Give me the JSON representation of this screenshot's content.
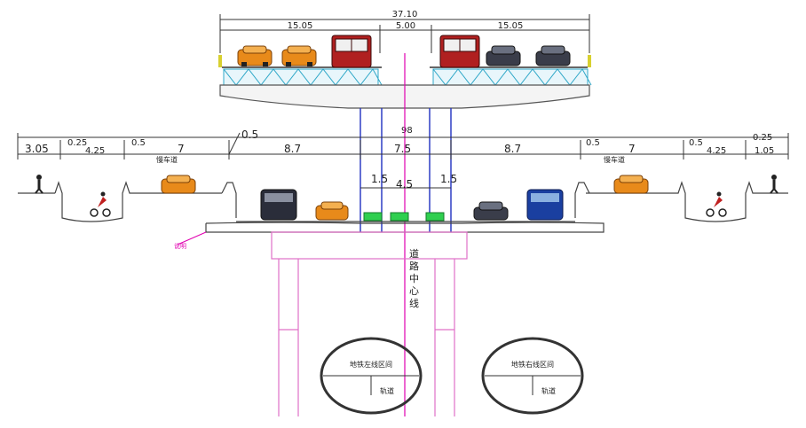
{
  "upper_deck": {
    "total_width": "37.10",
    "left_carriageway": "15.05",
    "median": "5.00",
    "right_carriageway": "15.05"
  },
  "ground": {
    "dims_left": [
      "3.05",
      "0.25",
      "4.25",
      "0.5",
      "7"
    ],
    "dims_center": [
      "0.5",
      "8.7",
      "7.5",
      "8.7"
    ],
    "dims_right": [
      "0.5",
      "7",
      "0.5",
      "4.25",
      "0.25",
      "1.05"
    ],
    "pier_offsets": [
      "1.5",
      "4.5",
      "1.5"
    ],
    "column_mark": "98",
    "left_sidewalk_label": "慢车道",
    "right_sidewalk_label": "慢车道",
    "magenta_tag": "说明"
  },
  "center_line_label": [
    "道",
    "路",
    "中",
    "心",
    "线"
  ],
  "tunnels": [
    {
      "label": "地铁左线区间",
      "sub": "轨道"
    },
    {
      "label": "地铁右线区间",
      "sub": "轨道"
    }
  ],
  "colors": {
    "centerline": "#e000b0",
    "pier": "#2030c0",
    "deck": "#30a8c8",
    "structure": "#555555",
    "car_orange": "#e88a1a",
    "bus_red": "#b02020",
    "bus_blue": "#1a3fa0",
    "median_green": "#2fcf4f"
  }
}
